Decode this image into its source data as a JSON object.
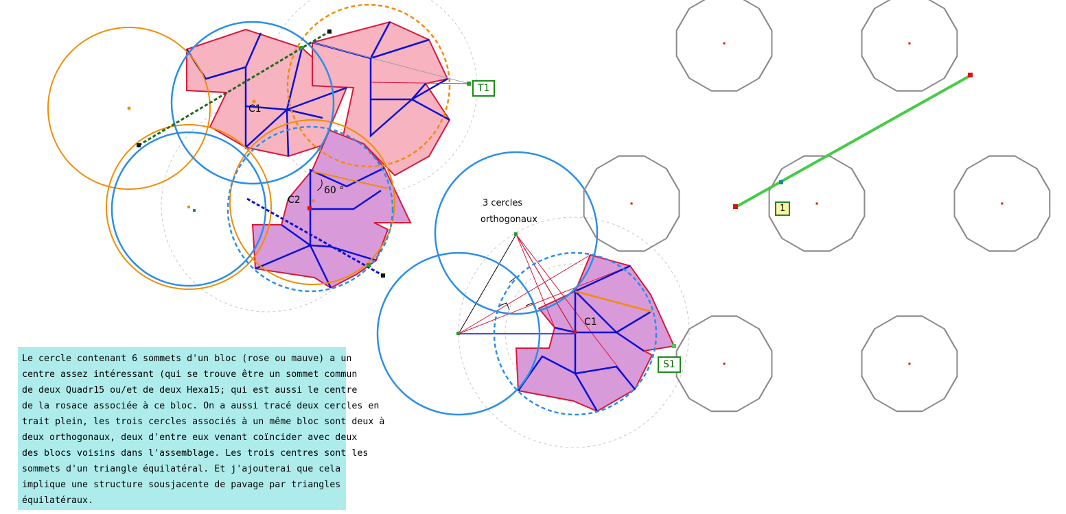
{
  "labels": {
    "c1_left": "C1",
    "c2": "C2",
    "angle": "60 °",
    "t1": "T1",
    "s1": "S1",
    "c1_mid": "C1",
    "three_circles_line1": "3 cercles",
    "three_circles_line2": "orthogonaux",
    "tiling_marker": "1"
  },
  "note": {
    "lines": [
      "Le cercle contenant 6 sommets d'un bloc (rose ou mauve) a un",
      "centre assez intéressant (qui se trouve être un sommet commun",
      "de deux Quadr15 ou/et de deux Hexa15; qui est aussi le centre",
      "de la rosace associée à ce bloc. On a aussi tracé deux cercles en",
      "trait plein, les trois cercles associés à un même bloc sont deux à",
      "deux orthogonaux, deux d'entre eux venant coïncider avec deux",
      "des blocs voisins dans l'assemblage. Les trois centres sont les",
      "sommets d'un triangle équilatéral. Et j'ajouterai que cela",
      "implique une structure sousjacente de pavage par triangles",
      "équilatéraux."
    ]
  },
  "colors": {
    "pink_fill": "#f7b3bf",
    "mauve_fill": "#d99ad9",
    "orange": "#f28c00",
    "blue_circle": "#2b8ee8",
    "blue_edge": "#0a10d8",
    "red_edge": "#d8183a",
    "gray_tiling": "#8a8a8a",
    "green_line": "#44cc44",
    "note_bg": "#aeecec"
  }
}
